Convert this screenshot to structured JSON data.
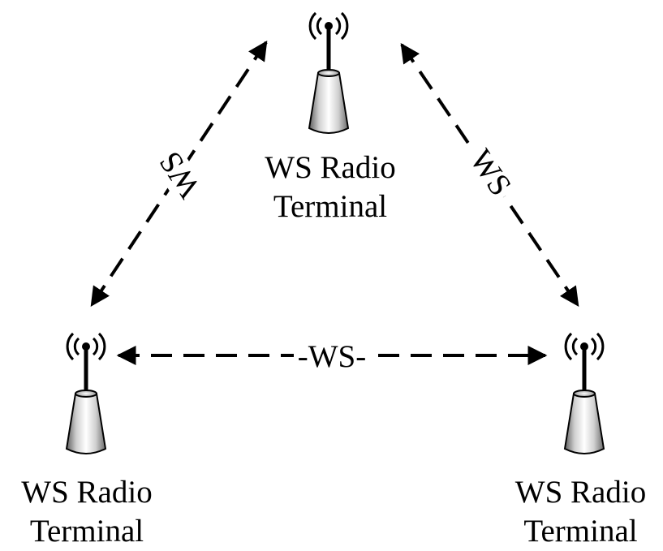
{
  "terminals": [
    {
      "id": "top",
      "line1": "WS Radio",
      "line2": "Terminal"
    },
    {
      "id": "left",
      "line1": "WS Radio",
      "line2": "Terminal"
    },
    {
      "id": "right",
      "line1": "WS Radio",
      "line2": "Terminal"
    }
  ],
  "links": {
    "left_link": "WS",
    "right_link": "WS",
    "bottom_link": "-WS-"
  },
  "colors": {
    "line": "#000000",
    "antenna_body_light": "#ffffff",
    "antenna_body_dark": "#8a8a8a"
  }
}
